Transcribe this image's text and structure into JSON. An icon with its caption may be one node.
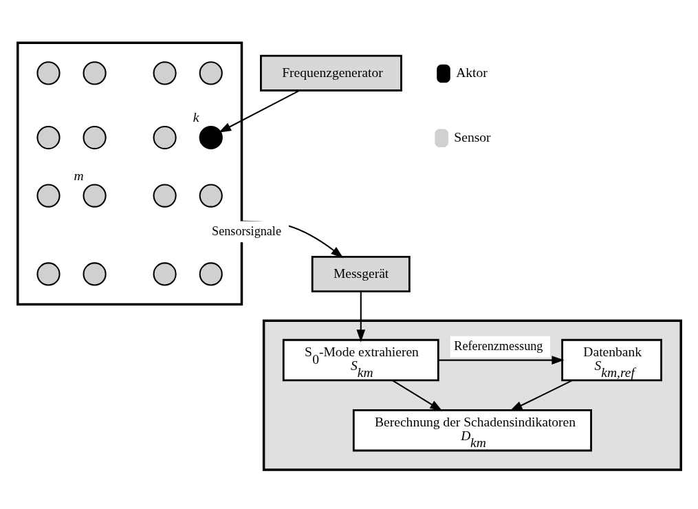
{
  "diagram": {
    "nodes": [
      {
        "text": [],
        "shape": "box"
      },
      {
        "text": [],
        "shape": "circle",
        "in": 0
      },
      {
        "text": [],
        "shape": "circle",
        "in": 0
      },
      {
        "text": [],
        "shape": "circle",
        "in": 0
      },
      {
        "text": [],
        "shape": "circle",
        "in": 0
      },
      {
        "text": [],
        "shape": "circle",
        "in": 0
      },
      {
        "text": [],
        "shape": "circle",
        "in": 0,
        "beside": [
          "k"
        ]
      },
      {
        "text": [],
        "shape": "circle",
        "in": 0
      },
      {
        "text": [],
        "shape": "circle",
        "in": 0
      },
      {
        "text": [],
        "shape": "circle",
        "in": 0
      },
      {
        "text": [],
        "shape": "circle",
        "in": 0
      },
      {
        "text": [],
        "shape": "circle",
        "in": 0,
        "beside": [
          "m"
        ]
      },
      {
        "text": [],
        "shape": "circle",
        "in": 0
      },
      {
        "text": [],
        "shape": "circle",
        "in": 0
      },
      {
        "text": [],
        "shape": "circle",
        "in": 0
      },
      {
        "text": [],
        "shape": "circle",
        "in": 0
      },
      {
        "text": [],
        "shape": "circle",
        "in": 0
      },
      {
        "text": [
          "Frequenzgenerator"
        ]
      },
      {
        "text": [
          "Messgerät"
        ]
      },
      {
        "text": [],
        "shape": "box"
      },
      {
        "text": [
          "Datenbank",
          "S$_{km,ref}$"
        ],
        "in": 19
      },
      {
        "text": [
          "S$_{0}$-Mode extrahieren",
          "S$_{km}$"
        ],
        "in": 19
      },
      {
        "text": [
          "Berechnung der Schadensindikatoren",
          "D$_{km}$"
        ],
        "in": 19
      }
    ],
    "edges": [
      {
        "from": 17,
        "to": 6,
        "arrow": "to"
      },
      {
        "from": 0,
        "to": 18,
        "arrow": "to",
        "label": "Sensorsignale"
      },
      {
        "from": 18,
        "to": 21,
        "arrow": "to"
      },
      {
        "from": 21,
        "to": 20,
        "arrow": "to",
        "label": "Referenzmessung"
      },
      {
        "from": 21,
        "to": 22,
        "arrow": "to"
      },
      {
        "from": 20,
        "to": 22,
        "arrow": "to"
      }
    ],
    "legend": [
      {
        "text": "Aktor",
        "color": "#000000"
      },
      {
        "text": "Sensor",
        "color": "#d0d0d0"
      }
    ]
  }
}
